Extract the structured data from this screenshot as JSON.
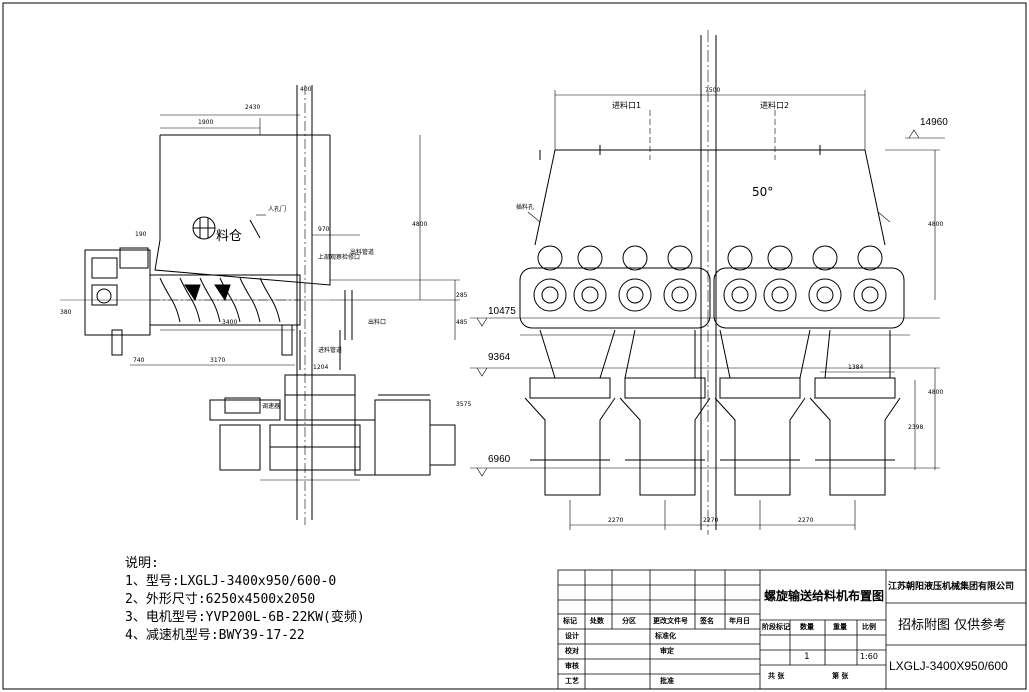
{
  "notes": {
    "heading": "说明:",
    "lines": [
      "1、型号:LXGLJ-3400x950/600-0",
      "2、外形尺寸:6250x4500x2050",
      "3、电机型号:YVP200L-6B-22KW(变频)",
      "4、减速机型号:BWY39-17-22"
    ]
  },
  "left_view": {
    "bin_label": "料仓",
    "dims": {
      "d2430": "2430",
      "d1900": "1900",
      "d400": "400",
      "d970": "970",
      "d4800": "4800",
      "d190": "190",
      "d3400": "3400",
      "d3170": "3170",
      "d740": "740",
      "d1204": "1204",
      "d3575": "3575",
      "d380": "380",
      "d285": "285",
      "d485": "485"
    },
    "labels": {
      "manhole": "人孔门",
      "upper_outlet": "上部观察检修口",
      "feed_pipe": "进料管道",
      "discharge_pipe": "出料管道",
      "pipe_r": "出料口",
      "speed": "调速器"
    }
  },
  "levels": {
    "l1": "14960",
    "l2": "10475",
    "l3": "9364",
    "l4": "6960"
  },
  "right_view": {
    "inlet1": "进料口1",
    "inlet2": "进料口2",
    "angle": "50°",
    "top_dim": "7500",
    "side_dim": "4800",
    "side_dim2": "4800",
    "side_dim3": "2398",
    "unit_dim": "1384",
    "bottom_dims": [
      "2270",
      "2270",
      "2270"
    ],
    "left_note": "插料孔"
  },
  "title_block": {
    "drawing_title": "螺旋输送给料机布置图",
    "company": "江苏朝阳液压机械集团有限公司",
    "remark": "招标附图  仅供参考",
    "drawing_no": "LXGLJ-3400X950/600",
    "header_row": [
      "标记",
      "处数",
      "分区",
      "更改文件号",
      "签名",
      "年月日"
    ],
    "rows": [
      [
        "设计",
        "",
        "标准化"
      ],
      [
        "校对",
        "",
        "审定"
      ],
      [
        "审核",
        "",
        ""
      ],
      [
        "工艺",
        "",
        "批准"
      ]
    ],
    "meta_labels": [
      "阶段标记",
      "数量",
      "重量",
      "比例"
    ],
    "quantity": "1",
    "scale": "1:60",
    "sheet_total": "共   张",
    "sheet_no": "第   张"
  }
}
